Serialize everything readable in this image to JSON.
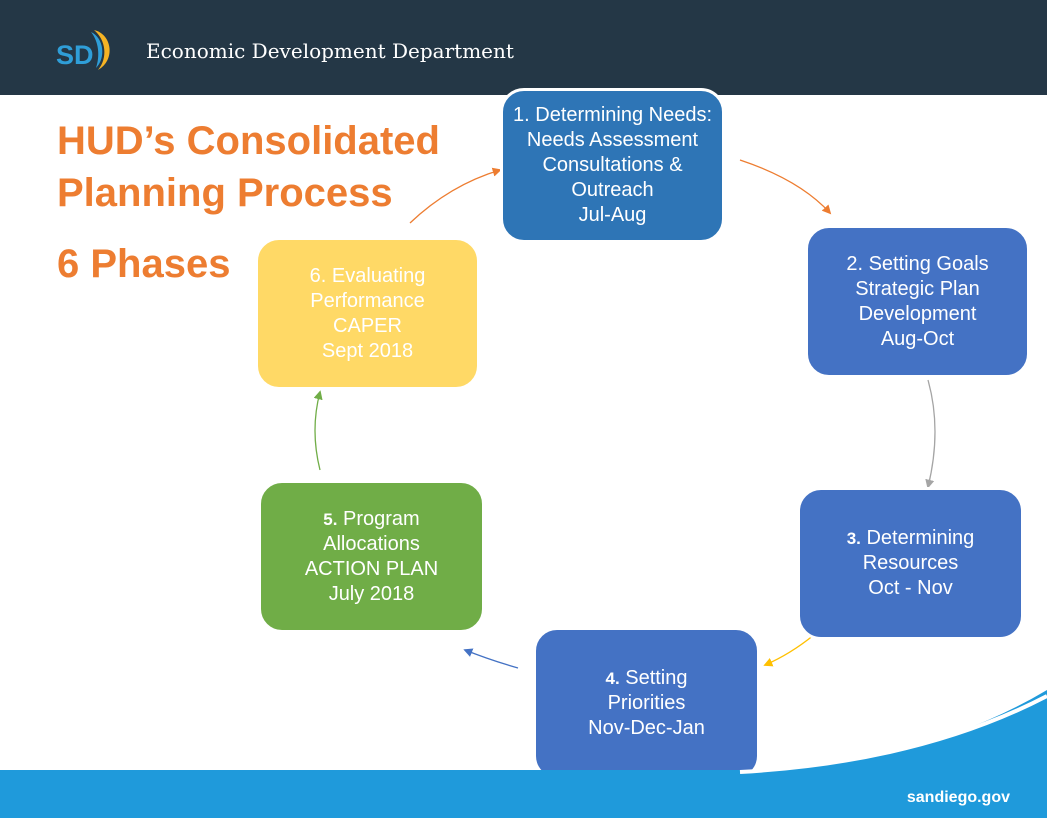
{
  "header": {
    "logo_text": "SD",
    "department": "Economic Development Department"
  },
  "title": "HUD’s Consolidated Planning Process",
  "subtitle": "6 Phases",
  "phases": [
    {
      "num": "1.",
      "heading": "Determining Needs:",
      "lines": [
        "Needs Assessment",
        "Consultations &",
        "Outreach",
        "Jul-Aug"
      ],
      "color": "#2E75B6"
    },
    {
      "num": "2.",
      "heading": "Setting Goals",
      "lines": [
        "Strategic Plan",
        "Development",
        "Aug-Oct"
      ],
      "color": "#4472C4"
    },
    {
      "num": "3.",
      "heading": "Determining",
      "lines": [
        "Resources",
        "Oct - Nov"
      ],
      "color": "#4472C4"
    },
    {
      "num": "4.",
      "heading": "Setting",
      "lines": [
        "Priorities",
        "Nov-Dec-Jan"
      ],
      "color": "#4472C4"
    },
    {
      "num": "5.",
      "heading": "Program",
      "lines": [
        "Allocations",
        "ACTION PLAN",
        "July 2018"
      ],
      "color": "#70AD47"
    },
    {
      "num": "6.",
      "heading": "Evaluating",
      "lines": [
        "Performance",
        "CAPER",
        "Sept 2018"
      ],
      "color": "#FFD966"
    }
  ],
  "arrows": [
    {
      "from": "phase-1",
      "to": "phase-2",
      "color": "#ED7D31"
    },
    {
      "from": "phase-2",
      "to": "phase-3",
      "color": "#A5A5A5"
    },
    {
      "from": "phase-3",
      "to": "phase-4",
      "color": "#FFC000"
    },
    {
      "from": "phase-4",
      "to": "phase-5",
      "color": "#4472C4"
    },
    {
      "from": "phase-5",
      "to": "phase-6",
      "color": "#70AD47"
    },
    {
      "from": "phase-6",
      "to": "phase-1",
      "color": "#ED7D31"
    }
  ],
  "footer": {
    "site": "sandiego.gov"
  }
}
